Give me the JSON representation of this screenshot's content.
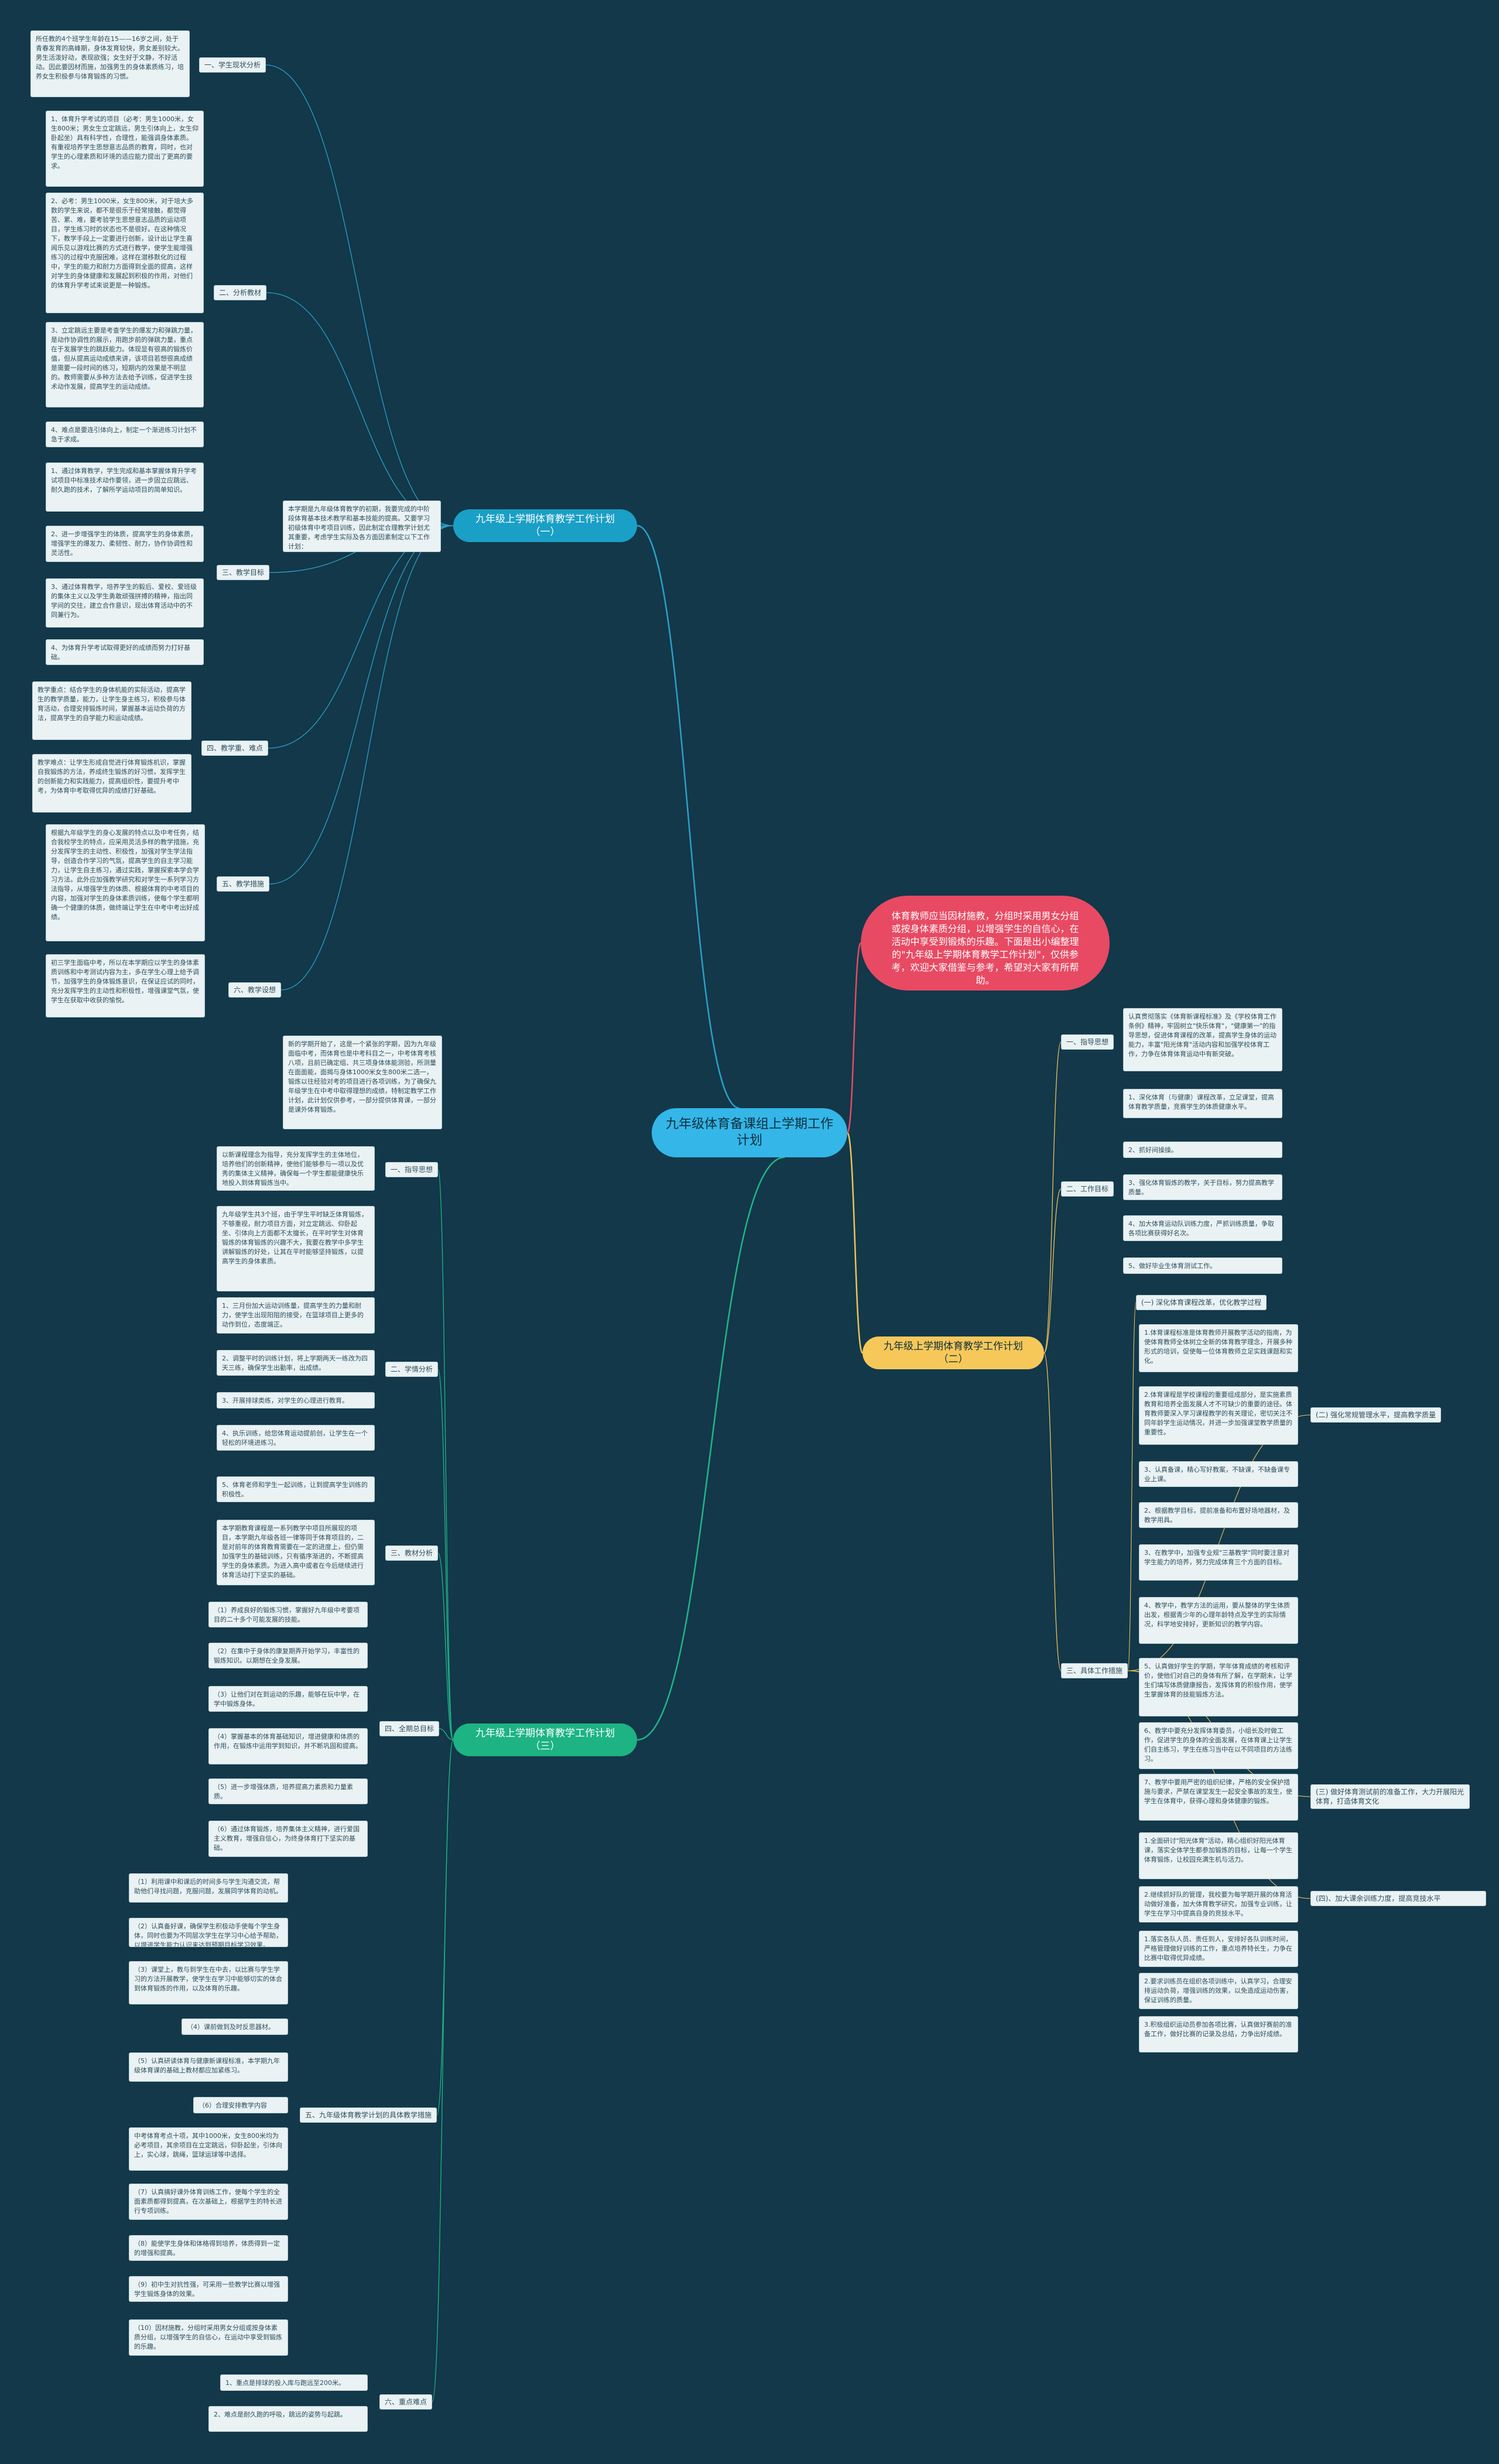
{
  "colors": {
    "background": "#12384a",
    "center": "#34b6e8",
    "branch1": "#1a9fc6",
    "branch2": "#f6c85a",
    "branch3": "#1db383",
    "callout": "#e84a63",
    "line1": "#2ba0c6",
    "line2": "#f0c25a",
    "line3": "#21b686",
    "line_callout": "#e84a63"
  },
  "center": {
    "title": "九年级体育备课组上学期工作计划"
  },
  "callout": {
    "text": "体育教师应当因材施教，分组时采用男女分组或按身体素质分组，以增强学生的自信心，在活动中享受到锻炼的乐趣。下面是出小编整理的\"九年级上学期体育教学工作计划\"，仅供参考，欢迎大家借鉴与参考，希望对大家有所帮助。"
  },
  "branch1": {
    "title": "九年级上学期体育教学工作计划（一）",
    "intro": "本学期是九年级体育教学的初期，我要完成的中阶段体育基本技术教学和基本技能的提高。又要学习初级体育中考项目训练，因此制定合理教学计划尤其重要，考虑学生实际及各方面因素制定以下工作计划：",
    "sections": [
      {
        "label": "一、学生现状分析",
        "items": [
          "所任教的4个班学生年龄在15——16岁之间，处于青春发育的高峰期，身体发育较快，男女差别较大。男生活泼好动，表现欲强；女生好于文静，不好活动。因此要因材而施，加强男生的身体素质练习，培养女生积极参与体育锻炼的习惯。"
        ]
      },
      {
        "label": "二、分析教材",
        "items": [
          "1、体育升学考试的项目（必考：男生1000米，女生800米；男女生立定跳远，男生引体向上，女生仰卧起坐）具有科学性，合理性，能强调身体素质。有重视培养学生思想意志品质的教育，同时，也对学生的心理素质和环境的适应能力提出了更高的要求。",
          "2、必考：男生1000米，女生800米，对于培大多数的学生来说，都不是很乐于经常接触，都觉得苦、累、难，要考验学生思想意志品质的运动项目，学生练习时的状态也不是很好。在这种情况下，教学手段上一定要进行创新，设计出让学生喜闻乐见以游戏比赛的方式进行教学，使学生能增强练习的过程中克服困难，这样在潜移默化的过程中，学生的能力和耐力方面得到全面的提高，这样对学生的身体健康和发展起到积极的作用，对他们的体育升学考试来说更是一种锻炼。",
          "3、立定跳远主要是考查学生的爆发力和弹跳力量，是动作协调性的展示，用跑步前的弹跳力量，重点在于发展学生的跳跃能力。体现显有很高的锻炼价值，但从提高运动成绩来讲，该项目若想很高成绩是需要一段时间的练习，短期内的效果是不明显的。教师需要从多种方法去给予训练，促进学生技术动作发展，提高学生的运动成绩。",
          "4、难点是要连引体向上，制定一个渐进练习计划不急于求成。"
        ]
      },
      {
        "label": "三、教学目标",
        "items": [
          "1、通过体育教学，学生完成和基本掌握体育升学考试项目中标准技术动作要领，进一步固立应跳远、耐久跑的技术，了解所学运动项目的简单知识。",
          "2、进一步增强学生的体质，提高学生的身体素质，增强学生的爆发力、柔韧性、耐力，协作协调性和灵活性。",
          "3、通过体育教学，培养学生的毅后、爱校、爱班级的集体主义以及学生勇敢顽强拼搏的精神，指出同学间的交往，建立合作意识，现出体育活动中的不同兼行为。",
          "4、为体育升学考试取得更好的成绩而努力打好基础。"
        ]
      },
      {
        "label": "四、教学重、难点",
        "items": [
          "教学重点：结合学生的身体机能的实际活动，提高学生的教学质量，能力，让学生身主练习，积极参与体育活动，合理安排锻炼时间，掌握基本运动负荷的方法，提高学生的自学能力和运动成绩。",
          "教学难点：让学生形成自觉进行体育锻炼机识，掌握自我锻炼的方法，养成终生锻炼的好习惯，发挥学生的创新能力和实践能力，提高组织性，要提升考中考，为体育中考取得优异的成绩打好基础。"
        ]
      },
      {
        "label": "五、教学措施",
        "items": [
          "根据九年级学生的身心发展的特点以及中考任务，结合我校学生的特点，应采用灵活多样的教学措施，充分发挥学生的主动性、积极性，加强对学生学法指导，创造合作学习的气氛，提高学生的自主学习能力，让学生自主练习，通过实践，掌握探索本学会学习方法。此外应加强教学研究和对学生一系列学习方法指导，从增强学生的体质、根据体育的中考项目的内容，加强对学生的身体素质训练，使每个学生都明确一个健康的体质，做终端让学生在中考中考出好成绩。"
        ]
      },
      {
        "label": "六、教学设想",
        "items": [
          "初三学生面临中考，所以在本学期应以学生的身体素质训练和中考测试内容为主，多在学生心理上给予调节，加强学生的身体锻炼意识，在保证应试的同时，充分发挥学生的主动性和积极性，增强课堂气氛，使学生在获取中收获的愉悦。"
        ]
      }
    ]
  },
  "branch2": {
    "title": "九年级上学期体育教学工作计划（二）",
    "sections": [
      {
        "label": "一、指导思想",
        "items": [
          "认真贯彻落实《体育新课程标准》及《学校体育工作条例》精神，牢固树立\"快乐体育\"，\"健康第一\"的指导思想，促进体育课程的改革，提高学生身体的运动能力，丰富\"阳光体育\"活动内容和加强学校体育工作，力争在体育体育运动中有新突破。"
        ]
      },
      {
        "label": "二、工作目标",
        "items": [
          "1、深化体育（与健康）课程改革，立足课堂，提高体育教学质量，竞赛学生的体质健康水平。",
          "2、抓好间操操。",
          "3、强化体育锻炼的教学，关于目标，努力提高教学质量。",
          "4、加大体育运动队训练力度，严抓训练质量，争取各项比赛获得好名次。",
          "5、做好毕业生体育测试工作。"
        ]
      },
      {
        "label": "三、具体工作措施",
        "items": [],
        "sub": [
          {
            "label": "(一) 深化体育课程改革，优化教学过程",
            "items": [
              "1.体育课程标准是体育教师开展教学活动的指南，为使体育教师全体树立全新的体育教学理念，开展多种形式的培训，促使每一位体育教师立足实践课题和实化。",
              "2.体育课程是学校课程的重要组成部分，是实施素质教育和培养全面发展人才不可缺少的重要的途径。体育教师要深入学习课程教学的有关理论，密切关注不同年龄学生运动情况，并进一步加强课堂教学质量的重要性。"
            ]
          },
          {
            "label": "(二) 强化常规管理水平，提高教学质量",
            "items": [
              "3、认真备课，精心写好教案，不缺课，不缺备课专业上课。",
              "2、根据教学目标，提前准备和布置好场地器材，及教学用具。",
              "3、在教学中，加强专业规\"三基教学\"同时要注意对学生能力的培养，努力完成体育三个方面的目标。",
              "4、教学中，教学方法的运用，要从整体的学生体质出发，根据青少年的心理年龄特点及学生的实际情况，科学地安排好，更新知识的教学内容。",
              "5、认真做好学生的学期，学年体育成绩的考核和评价，使他们对自己的身体有所了解，在学期末，让学生们填写体质健康报告，发挥体育的积极作用，使学生掌握体育的技能锻炼方法。",
              "6、教学中要充分发挥体育委员，小组长及时做工作，促进学生的身体的全面发展，在体育课上让学生们自主练习，学生在练习当中在以不同项目的方法练习。",
              "7、教学中要用严密的组织纪律，严格的安全保护措施与要求，严禁在课堂发生一起安全事故的发生，使学生在体育中，获得心理和身体健康的锻炼。"
            ]
          },
          {
            "label": "(三) 做好体育测试前的准备工作，大力开展阳光体育，打造体育文化",
            "items": [
              "1.全面研讨\"阳光体育\"活动，精心组织好阳光体育课，落实全体学生都参加锻炼的目标，让每一个学生体育锻炼，让校园充满生机与活力。",
              "2.继续抓好队的管理，我校要为每学期开展的体育活动做好准备，加大体育教学研究，加强专业训练，让学生在学习中提高自身的竞技水平。"
            ]
          },
          {
            "label": "(四)、加大课余训练力度，提高竞技水平",
            "items": [
              "1.落实各队人员、责任到人，安排好各队训练时间，严格管理做好训练的工作，重点培养特长生，力争在比赛中取得优异成绩。",
              "2.要求训练员在组织各项训练中，认真学习，合理安排运动负荷，增强训练的效果，以免造成运动伤害，保证训练的质量。",
              "3.积极组织运动员参加各项比赛，认真做好赛前的准备工作，做好比赛的记录及总结，力争出好成绩。"
            ]
          }
        ]
      }
    ]
  },
  "branch3": {
    "title": "九年级上学期体育教学工作计划（三）",
    "intro": "新的学期开始了，这是一个紧张的学期，因为九年级面临中考，而体育也是中考科目之一，中考体育考核八项，且前已确定组、共三项身体体能测验，所测量在面面能，面揭与身体1000米女生800米二选一，锻炼以往经验对考的项目进行各项训练，为了确保九年级学生在中考中取得理想的成绩，特制定教学工作计划，此计划仅供参考，一部分提供体育课，一部分是课外体育锻炼。",
    "sections": [
      {
        "label": "一、指导思想",
        "items": [
          "以新课程理念为指导，充分发挥学生的主体地位，培养他们的创新精神，使他们能够参与一项以及优秀的集体主义精神，确保每一个学生都能健康快乐地投入到体育锻炼当中。"
        ]
      },
      {
        "label": "二、学情分析",
        "items": [
          "九年级学生共3个班，由于学生平时缺乏体育锻炼，不够重视，耐力项目方面，对立定跳远、仰卧起坐、引体向上方面都不太擅长，在平时学生对体育锻炼的体育锻炼的兴趣不大，我要在教学中多学生讲解锻炼的好处，让其在平时能够坚持锻炼，以提高学生的身体素质。",
          "1、三月份加大运动训练量，提高学生的力量和耐力，使学生出现阳阻的接受，在篮球项目上更多的动作到位，态度端正。",
          "2、调整平时的训练计划，将上学期两天一练改为四天三练，确保学生出勤率，出成绩。",
          "3、开展排球类练，对学生的心理进行教育。",
          "4、执乐训练，给您体育运动提前创，让学生在一个轻松的环境进练习。",
          "5、体育老师和学生一起训练，让到提高学生训练的积极性。"
        ]
      },
      {
        "label": "三、教材分析",
        "items": [
          "本学期教育课程是一系列教学中项目所展现的项目，本学期九年级各班一律等同于体育项目的，二是对前年的体育教育需要在一定的进度上，但仍需加强学生的基础训练，只有循序渐进的，不断提高学生的身体素质。为进入高中或者在今后继续进行体育活动打下坚实的基础。"
        ]
      },
      {
        "label": "四、全期总目标",
        "items": [
          "（1）养成良好的锻炼习惯，掌握好九年级中考要项目的二十多个可能发展的技能。",
          "（2）在集中于身体的康复期弄开始学习，丰富性的锻炼知识。以期想在全身发展。",
          "（3）让他们对在到运动的乐趣，能够在玩中学，在学中锻炼身体。",
          "（4）掌握基本的体育基础知识，增进健康和体质的作用，在锻炼中运用学到知识，并不断巩固和提高。",
          "（5）进一步增强体质，培养提高力素质和力量素质。",
          "（6）通过体育锻炼，培养集体主义精神，进行爱国主义教育，增强自信心，为终身体育打下坚实的基础。"
        ]
      },
      {
        "label": "五、九年级体育教学计划的具体教学措施",
        "items": [
          "（1）利用课中和课后的时间多与学生沟通交流，帮助他们寻找问题，克服问题，发展同学体育的动机。",
          "（2）认真备好课，确保学生积极动手使每个学生身体，同时也要为不同层次学生在学习中心给予帮助，以增进学生能力认识来达到预期目标学习效果。",
          "（3）课堂上，教与到学生在中去，以比赛与学生学习的方法开展教学，使学生在学习中能够切实的体会到体育锻炼的作用，以及体育的乐趣。",
          "（4）课前做到及时反思器材。",
          "（5）认真研读体育与健康新课程标准，本学期九年级体育课的基础上教材都应加紧练习。",
          "（6）合理安排教学内容",
          "中考体育考点十项，其中1000米，女生800米均为必考项目，其余项目在立定跳远，仰卧起坐，引体向上，实心球，跳绳，篮球运球等中选择。",
          "（7）认真搞好课外体育训练工作，使每个学生的全面素质都得到提高，在次基础上，根据学生的特长进行专项训练。",
          "（8）能使学生身体和体格得到培养，体质得到一定的增强和提高。",
          "（9）初中生对抗性强，可采用一些教学比赛以增强学生锻炼身体的效果。",
          "（10）因材施教，分组时采用男女分组或按身体素质分组，以增强学生的自信心，在运动中享受到锻炼的乐趣。"
        ]
      },
      {
        "label": "六、重点难点",
        "items": [
          "1、重点是排球的投入库与跑远至200米。",
          "2、难点是耐久跑的呼吸，跳远的姿势与起跳。"
        ]
      }
    ]
  }
}
